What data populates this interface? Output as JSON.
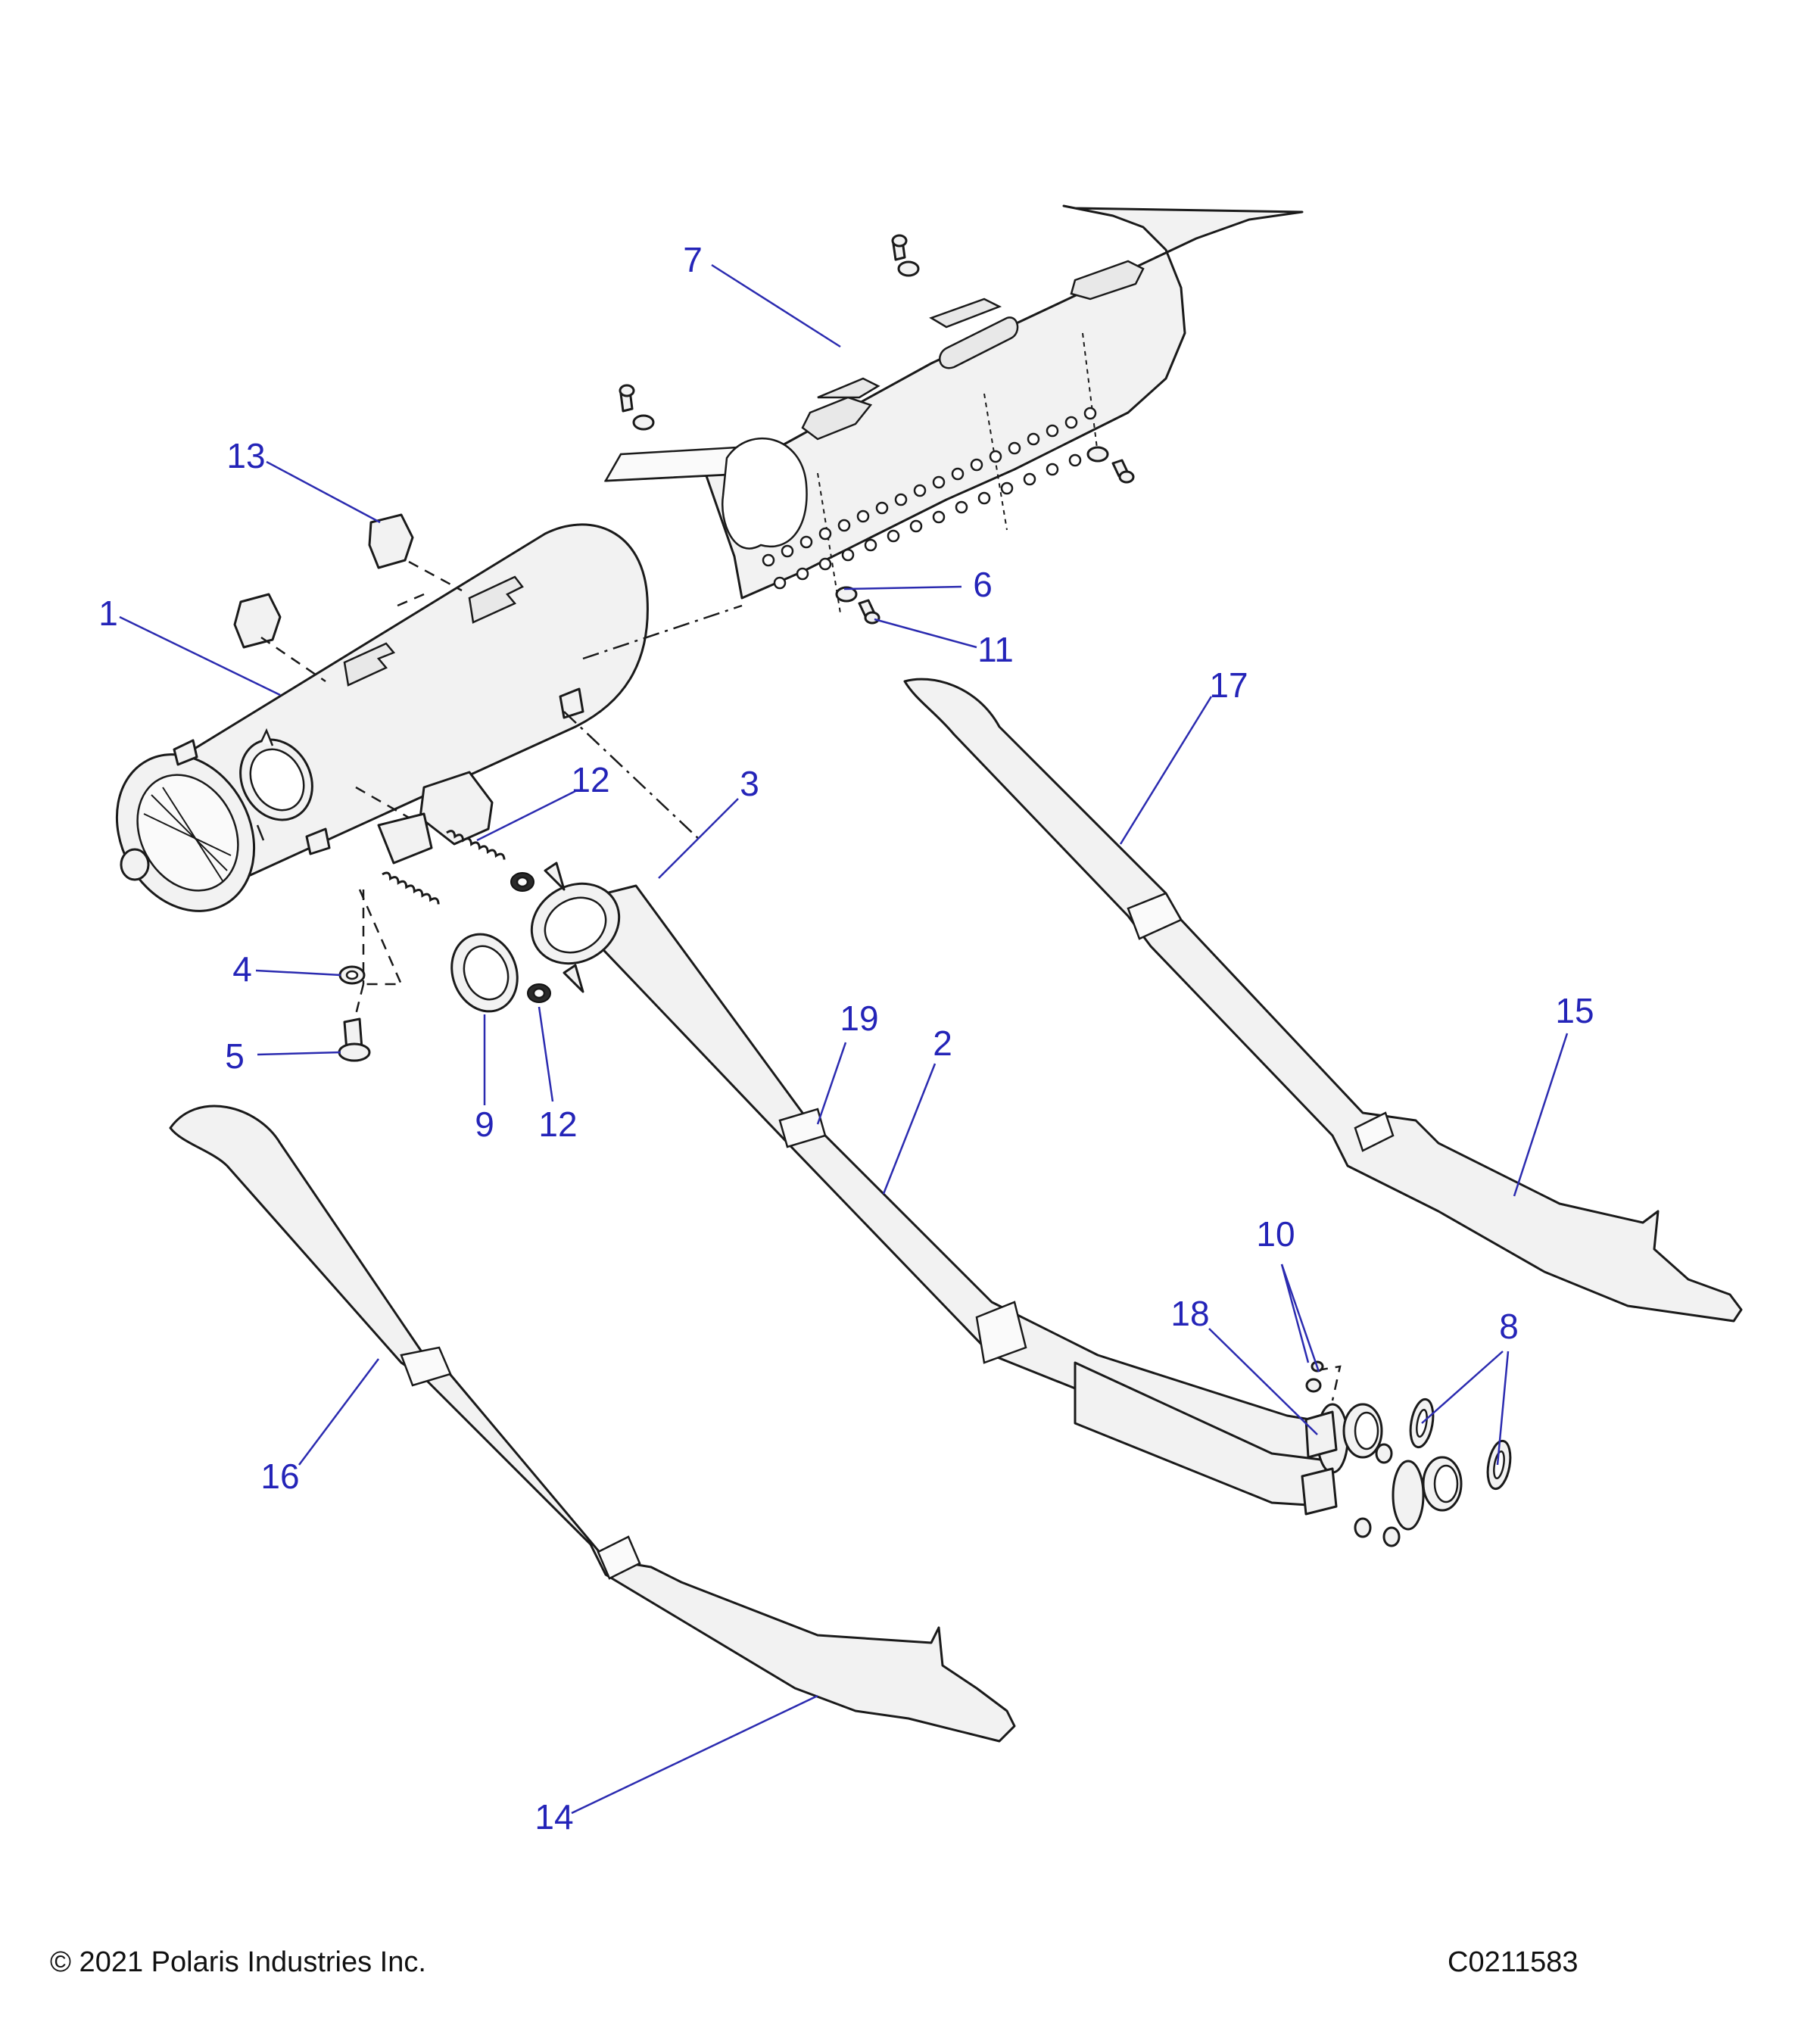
{
  "callouts": [
    {
      "id": "c1",
      "label": "1"
    },
    {
      "id": "c2",
      "label": "2"
    },
    {
      "id": "c3",
      "label": "3"
    },
    {
      "id": "c4",
      "label": "4"
    },
    {
      "id": "c5",
      "label": "5"
    },
    {
      "id": "c6",
      "label": "6"
    },
    {
      "id": "c7",
      "label": "7"
    },
    {
      "id": "c8",
      "label": "8"
    },
    {
      "id": "c9",
      "label": "9"
    },
    {
      "id": "c10",
      "label": "10"
    },
    {
      "id": "c11",
      "label": "11"
    },
    {
      "id": "c12a",
      "label": "12"
    },
    {
      "id": "c12b",
      "label": "12"
    },
    {
      "id": "c13",
      "label": "13"
    },
    {
      "id": "c14",
      "label": "14"
    },
    {
      "id": "c15",
      "label": "15"
    },
    {
      "id": "c16",
      "label": "16"
    },
    {
      "id": "c17",
      "label": "17"
    },
    {
      "id": "c18",
      "label": "18"
    },
    {
      "id": "c19",
      "label": "19"
    }
  ],
  "footer": {
    "copyright": "© 2021 Polaris Industries Inc.",
    "ref_code": "C0211583"
  },
  "colors": {
    "callout": "#2424b8",
    "line_art": "#1a1a1a",
    "background": "#ffffff"
  }
}
